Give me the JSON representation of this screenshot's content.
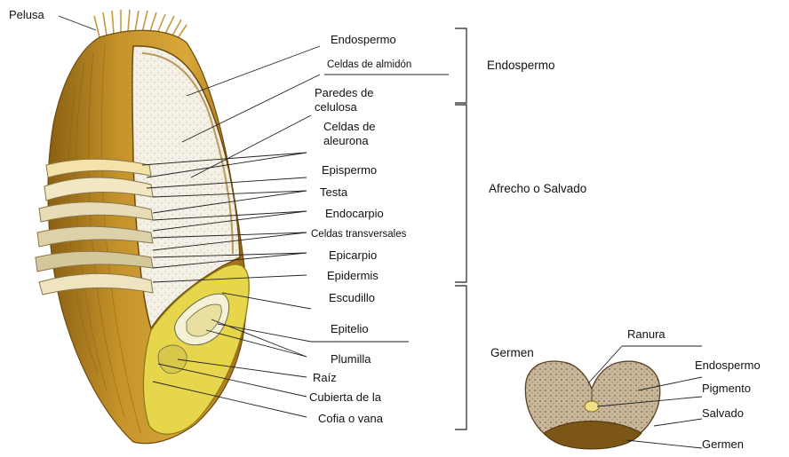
{
  "labels": {
    "pelusa": "Pelusa",
    "endospermo": "Endospermo",
    "celdas_almidon": "Celdas de almidón",
    "paredes_1": "Paredes de",
    "paredes_2": "celulosa",
    "aleurona_1": "Celdas de",
    "aleurona_2": "aleurona",
    "epispermo": "Epispermo",
    "testa": "Testa",
    "endocarpio": "Endocarpio",
    "celdas_transversales": "Celdas transversales",
    "epicarpio": "Epicarpio",
    "epidermis": "Epidermis",
    "escudillo": "Escudillo",
    "epitelio": "Epitelio",
    "plumilla": "Plumilla",
    "raiz": "Raíz",
    "cubierta": "Cubierta de la",
    "cofia": "Cofia o vana"
  },
  "groups": {
    "endospermo": "Endospermo",
    "afrecho": "Afrecho o Salvado",
    "germen": "Germen"
  },
  "cross_section": {
    "ranura": "Ranura",
    "endospermo": "Endospermo",
    "pigmento": "Pigmento",
    "salvado": "Salvado",
    "germen": "Germen"
  },
  "colors": {
    "husk": "#b8861f",
    "husk_dark": "#7d5510",
    "endosperm": "#f3efe4",
    "germ": "#e6d34a",
    "bran_layer": "#efe6c9",
    "line": "#222222"
  }
}
